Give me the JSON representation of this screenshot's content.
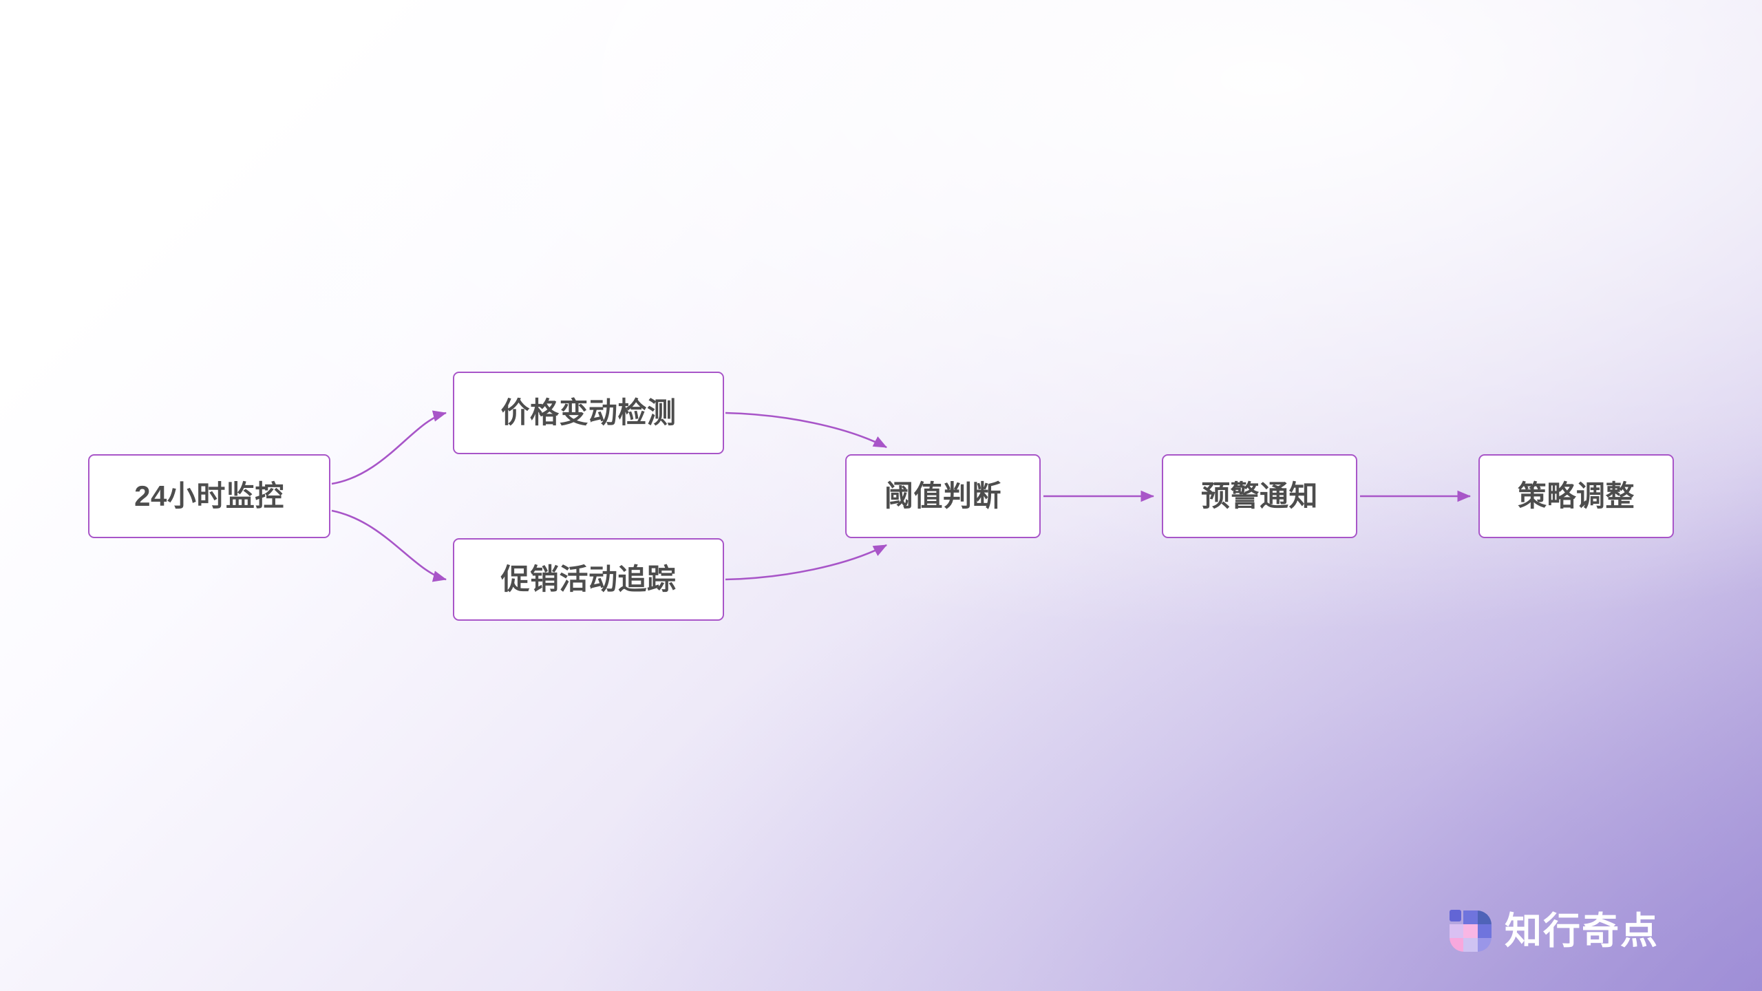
{
  "diagram": {
    "type": "flowchart",
    "orientation": "left-to-right",
    "nodes": [
      {
        "id": "monitor",
        "label": "24小时监控"
      },
      {
        "id": "price",
        "label": "价格变动检测"
      },
      {
        "id": "promo",
        "label": "促销活动追踪"
      },
      {
        "id": "threshold",
        "label": "阈值判断"
      },
      {
        "id": "alert",
        "label": "预警通知"
      },
      {
        "id": "strategy",
        "label": "策略调整"
      }
    ],
    "edges": [
      {
        "from": "monitor",
        "to": "price",
        "style": "curved",
        "arrow": "end"
      },
      {
        "from": "monitor",
        "to": "promo",
        "style": "curved",
        "arrow": "end"
      },
      {
        "from": "price",
        "to": "threshold",
        "style": "curved",
        "arrow": "end"
      },
      {
        "from": "promo",
        "to": "threshold",
        "style": "curved",
        "arrow": "end"
      },
      {
        "from": "threshold",
        "to": "alert",
        "style": "straight",
        "arrow": "end"
      },
      {
        "from": "alert",
        "to": "strategy",
        "style": "straight",
        "arrow": "end"
      }
    ]
  },
  "style": {
    "node_border_color": "#a855c8",
    "node_fill_color": "#ffffff",
    "node_text_color": "#4d4d4d",
    "edge_color": "#a855c8",
    "background_from": "#ffffff",
    "background_to": "#a99ad9"
  },
  "brand": {
    "name": "知行奇点",
    "mark_icon": "checkerboard-logo-icon",
    "mark_colors": [
      "#5b5fd4",
      "#6f74dd",
      "#4f63b8",
      "#d9c0f2",
      "#f9b6e4",
      "#f8a8dd",
      "#cfc3f2",
      "#9a96e8"
    ],
    "name_color": "#ffffff"
  }
}
